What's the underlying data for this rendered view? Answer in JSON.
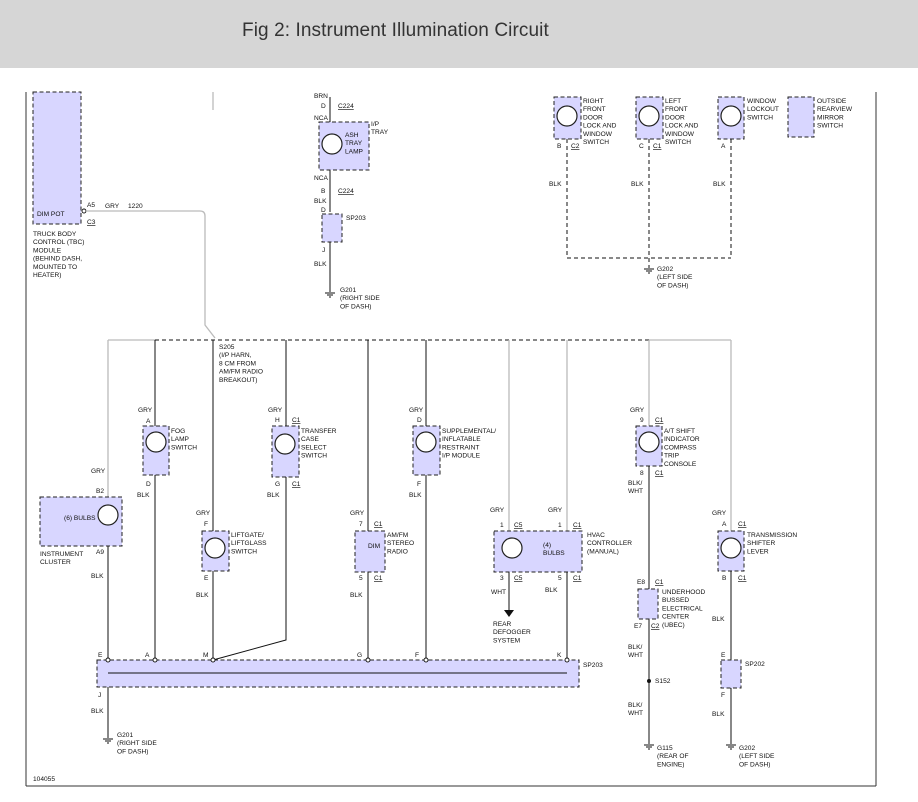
{
  "figure": {
    "title": "Fig 2: Instrument Illumination Circuit",
    "code": "104055"
  },
  "labels": {
    "brn": "BRN",
    "d1": "D",
    "c224a": "C224",
    "nca1": "NCA",
    "ash": [
      "ASH",
      "TRAY",
      "LAMP"
    ],
    "iptray": [
      "I/P",
      "TRAY"
    ],
    "nca2": "NCA",
    "b1": "B",
    "c224b": "C224",
    "blk1": "BLK",
    "d2": "D",
    "sp203a": "SP203",
    "j1": "J",
    "blk2": "BLK",
    "g201a": [
      "G201",
      "(RIGHT SIDE",
      "OF DASH)"
    ],
    "dimpot": "DIM POT",
    "a5": "A5",
    "c3": "C3",
    "gry1220": "GRY",
    "n1220": "1220",
    "tbc": [
      "TRUCK BODY",
      "CONTROL (TBC)",
      "MODULE",
      "(BEHIND DASH,",
      "MOUNTED TO",
      "HEATER)"
    ],
    "sw_rf": [
      "RIGHT",
      "FRONT",
      "DOOR",
      "LOCK AND",
      "WINDOW",
      "SWITCH"
    ],
    "sw_lf": [
      "LEFT",
      "FRONT",
      "DOOR",
      "LOCK AND",
      "WINDOW",
      "SWITCH"
    ],
    "sw_wl": [
      "WINDOW",
      "LOCKOUT",
      "SWITCH"
    ],
    "sw_mir": [
      "OUTSIDE",
      "REARVIEW",
      "MIRROR",
      "SWITCH"
    ],
    "rf_b": "B",
    "rf_c2": "C2",
    "lf_c": "C",
    "lf_c1": "C1",
    "wl_a": "A",
    "blk_rf": "BLK",
    "blk_lf": "BLK",
    "blk_wl": "BLK",
    "g202top": [
      "G202",
      "(LEFT SIDE",
      "OF DASH)"
    ],
    "s205": [
      "S205",
      "(I/P HARN,",
      "8 CM FROM",
      "AM/FM RADIO",
      "BREAKOUT)"
    ],
    "fog_gry": "GRY",
    "fog_a": "A",
    "fog": [
      "FOG",
      "LAMP",
      "SWITCH"
    ],
    "fog_d": "D",
    "fog_blk": "BLK",
    "tc_gry": "GRY",
    "tc_h": "H",
    "tc_c1": "C1",
    "tc": [
      "TRANSFER",
      "CASE",
      "SELECT",
      "SWITCH"
    ],
    "tc_g": "G",
    "tc_c1b": "C1",
    "tc_blk": "BLK",
    "sir_gry": "GRY",
    "sir_d": "D",
    "sir": [
      "SUPPLEMENTAL/",
      "INFLATABLE",
      "RESTRAINT",
      "I/P MODULE"
    ],
    "sir_f": "F",
    "sir_blk": "BLK",
    "at_gry": "GRY",
    "at_9": "9",
    "at_c1": "C1",
    "at": [
      "A/T SHIFT",
      "INDICATOR",
      "COMPASS",
      "TRIP",
      "CONSOLE"
    ],
    "at_8": "8",
    "at_c1b": "C1",
    "at_blkwht": [
      "BLK/",
      "WHT"
    ],
    "ic_gry": "GRY",
    "ic_b2": "B2",
    "ic_bulbs": "(6) BULBS",
    "ic_a9": "A9",
    "ic": [
      "INSTRUMENT",
      "CLUSTER"
    ],
    "ic_blk": "BLK",
    "lg_gry": "GRY",
    "lg_f": "F",
    "lg": [
      "LIFTGATE/",
      "LIFTGLASS",
      "SWITCH"
    ],
    "lg_e": "E",
    "lg_blk": "BLK",
    "rad_gry": "GRY",
    "rad_7": "7",
    "rad_c1": "C1",
    "rad_dim": "DIM",
    "rad": [
      "AM/FM",
      "STEREO",
      "RADIO"
    ],
    "rad_5": "5",
    "rad_c1b": "C1",
    "rad_blk": "BLK",
    "hv_gry1": "GRY",
    "hv_gry2": "GRY",
    "hv_1": "1",
    "hv_c5": "C5",
    "hv_1b": "1",
    "hv_c1": "C1",
    "hv_bulbs": [
      "(4)",
      "BULBS"
    ],
    "hv": [
      "HVAC",
      "CONTROLLER",
      "(MANUAL)"
    ],
    "hv_3": "3",
    "hv_c5b": "C5",
    "hv_5": "5",
    "hv_c1b": "C1",
    "hv_wht": "WHT",
    "hv_blk": "BLK",
    "rear": [
      "REAR",
      "DEFOGGER",
      "SYSTEM"
    ],
    "ub_e8": "E8",
    "ub_c1": "C1",
    "ub": [
      "UNDERHOOD",
      "BUSSED",
      "ELECTRICAL",
      "CENTER",
      "(UBEC)"
    ],
    "ub_e7": "E7",
    "ub_c2": "C2",
    "ub_blkwht": [
      "BLK/",
      "WHT"
    ],
    "s152": "S152",
    "ub_blkwht2": [
      "BLK/",
      "WHT"
    ],
    "g115": [
      "G115",
      "(REAR OF",
      "ENGINE)"
    ],
    "ts_gry": "GRY",
    "ts_a": "A",
    "ts_c1": "C1",
    "ts": [
      "TRANSMISSION",
      "SHIFTER",
      "LEVER"
    ],
    "ts_b": "B",
    "ts_c1b": "C1",
    "ts_blk": "BLK",
    "sp202_e": "E",
    "sp202": "SP202",
    "sp202_f": "F",
    "sp202_blk": "BLK",
    "g202b": [
      "G202",
      "(LEFT SIDE",
      "OF DASH)"
    ],
    "bus": {
      "e": "E",
      "a": "A",
      "m": "M",
      "g": "G",
      "f": "F",
      "k": "K",
      "sp": "SP203",
      "j": "J",
      "blk": "BLK"
    },
    "g201b": [
      "G201",
      "(RIGHT SIDE",
      "OF DASH)"
    ]
  }
}
